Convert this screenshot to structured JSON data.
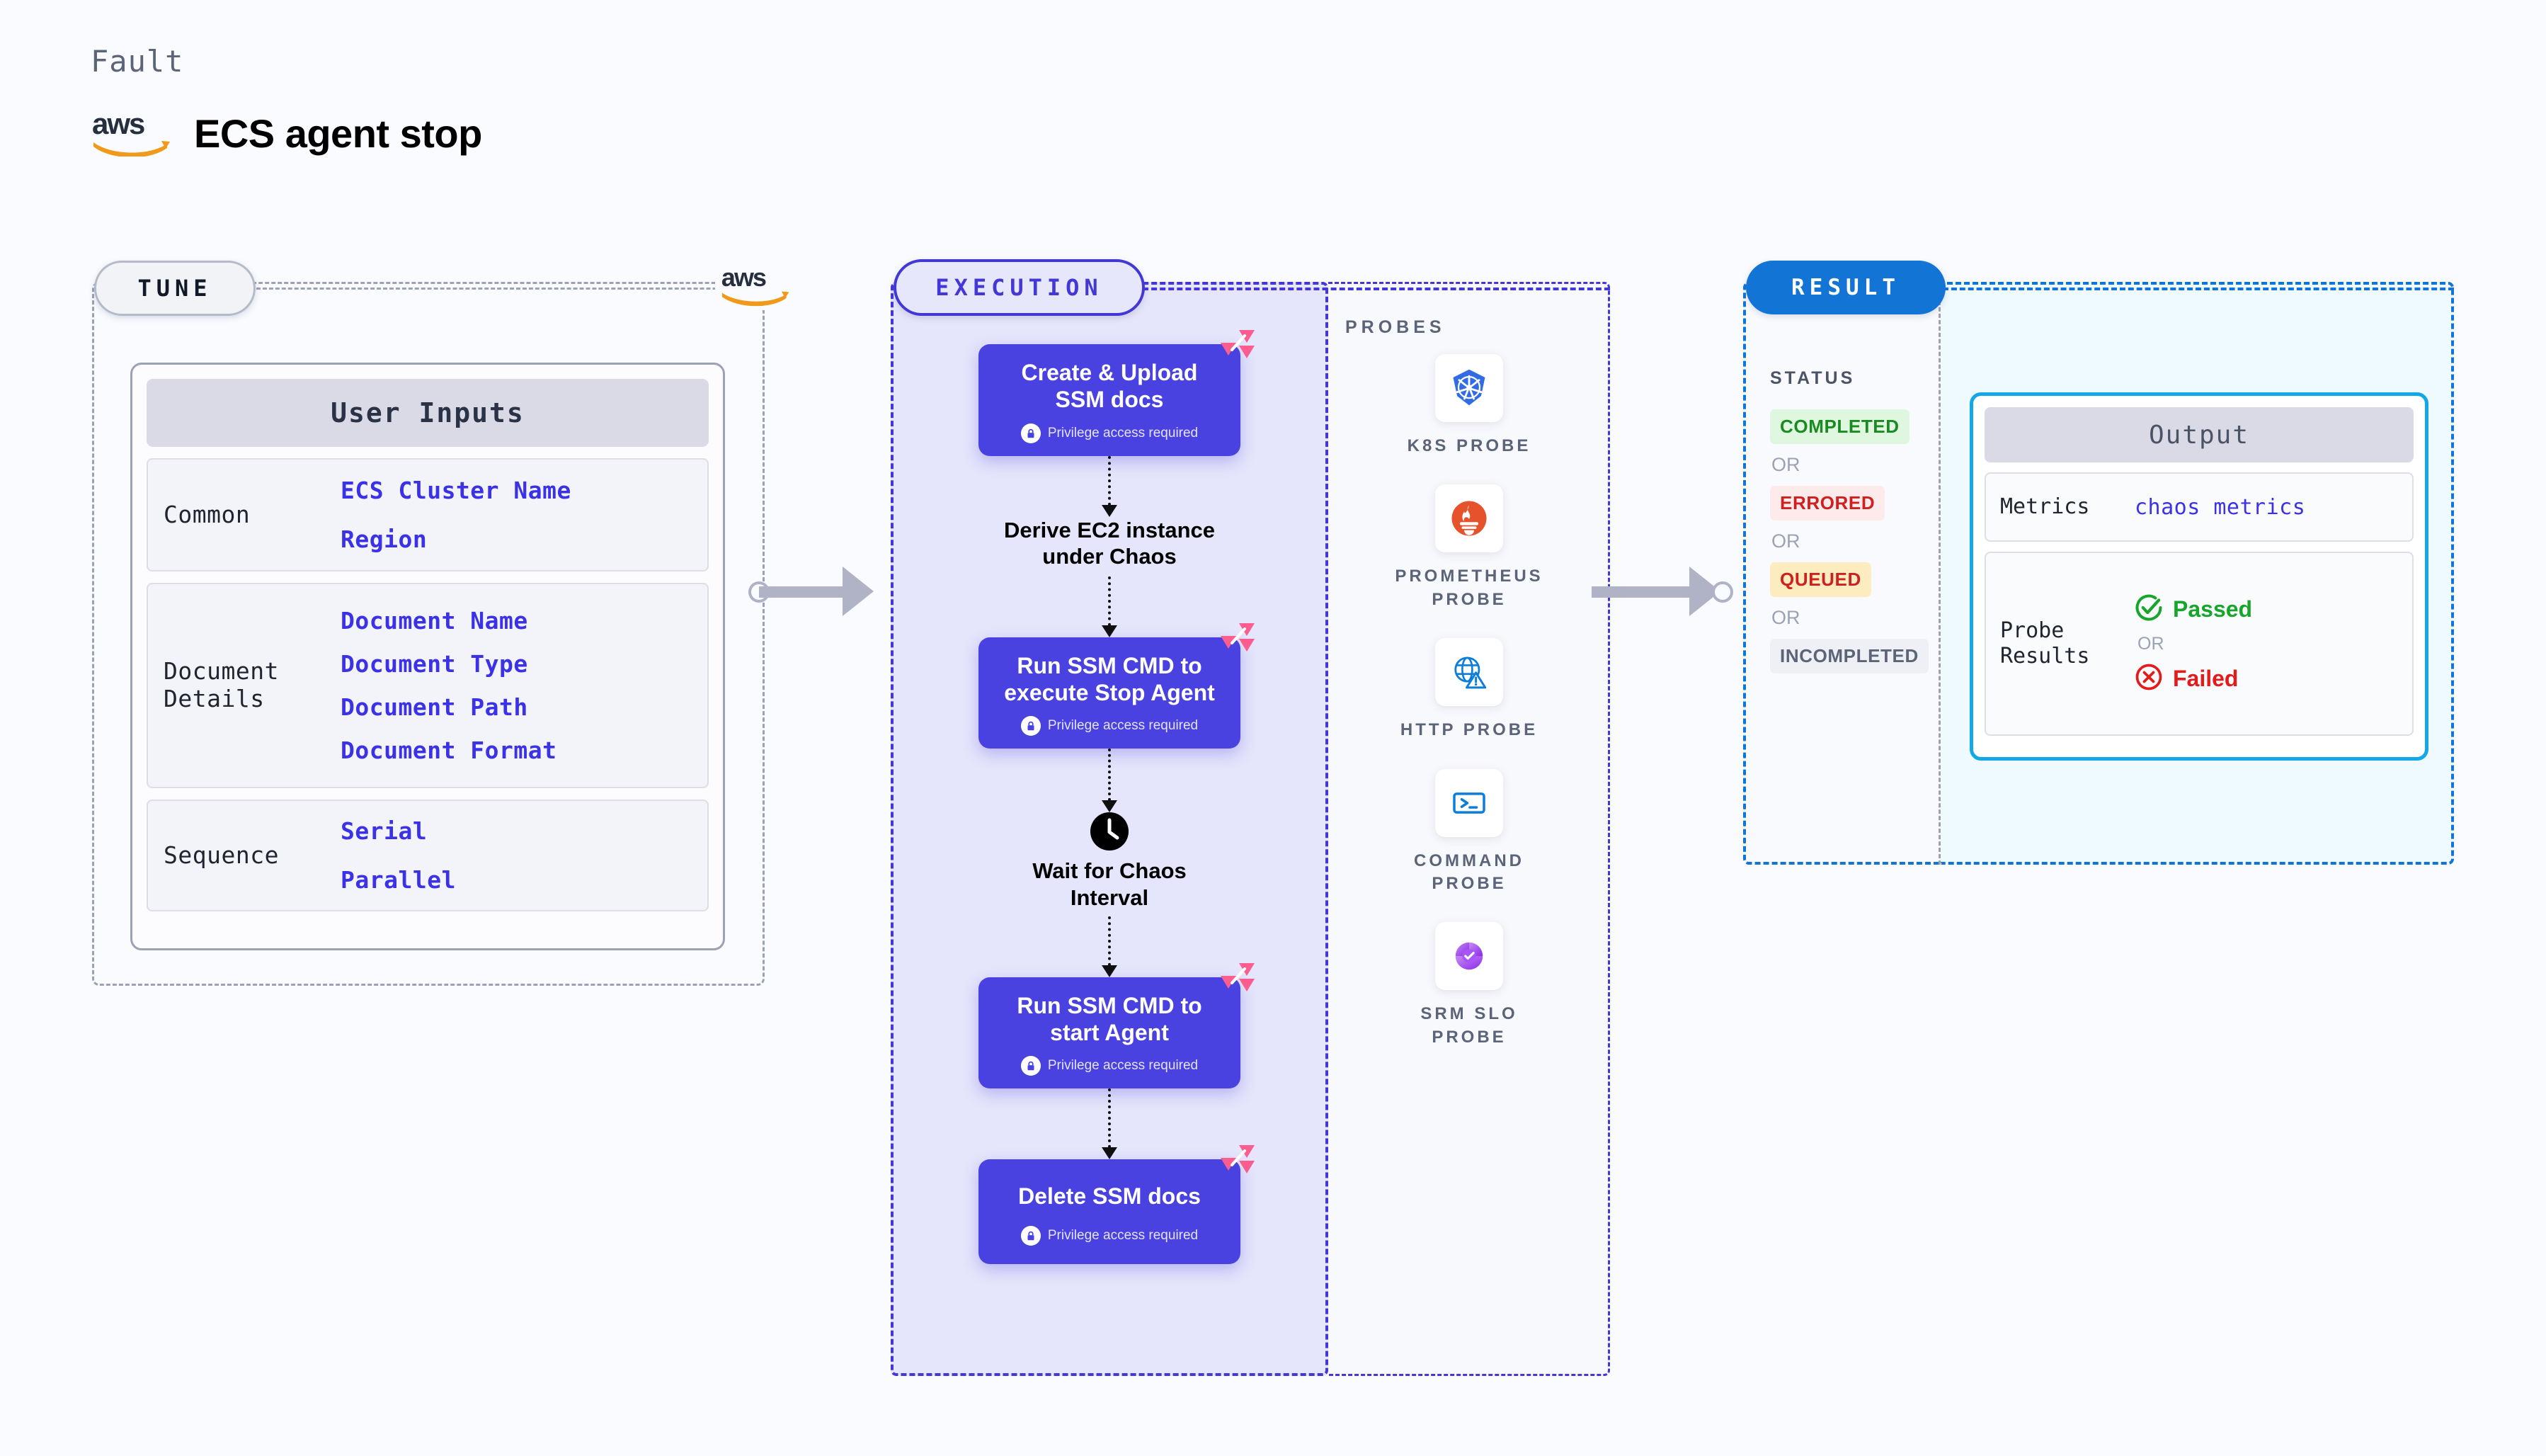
{
  "header": {
    "kind_label": "Fault",
    "title": "ECS agent stop",
    "brand_icon": "aws-logo"
  },
  "tune": {
    "tag": "TUNE",
    "brand_icon": "aws-logo",
    "card_title": "User Inputs",
    "groups": [
      {
        "label": "Common",
        "values": [
          "ECS Cluster Name",
          "Region"
        ]
      },
      {
        "label": "Document\nDetails",
        "values": [
          "Document Name",
          "Document Type",
          "Document Path",
          "Document Format"
        ]
      },
      {
        "label": "Sequence",
        "values": [
          "Serial",
          "Parallel"
        ]
      }
    ]
  },
  "execution": {
    "tag": "EXECUTION",
    "privilege_note": "Privilege access required",
    "steps": [
      {
        "type": "node",
        "title": "Create & Upload\nSSM docs",
        "privileged": true,
        "badge": "litmus-chaos-icon"
      },
      {
        "type": "plain",
        "title": "Derive EC2 instance\nunder Chaos",
        "privileged": false,
        "badge": ""
      },
      {
        "type": "node",
        "title": "Run SSM CMD to\nexecute Stop Agent",
        "privileged": true,
        "badge": "litmus-chaos-icon"
      },
      {
        "type": "wait",
        "title": "Wait for Chaos\nInterval",
        "privileged": false,
        "badge": "clock-icon"
      },
      {
        "type": "node",
        "title": "Run SSM CMD to\nstart Agent",
        "privileged": true,
        "badge": "litmus-chaos-icon"
      },
      {
        "type": "node",
        "title": "Delete SSM docs",
        "privileged": true,
        "badge": "litmus-chaos-icon"
      }
    ]
  },
  "probes": {
    "label": "PROBES",
    "items": [
      {
        "name": "K8S  PROBE",
        "icon": "kubernetes-icon"
      },
      {
        "name": "PROMETHEUS\nPROBE",
        "icon": "prometheus-icon"
      },
      {
        "name": "HTTP  PROBE",
        "icon": "http-globe-warning-icon"
      },
      {
        "name": "COMMAND\nPROBE",
        "icon": "terminal-icon"
      },
      {
        "name": "SRM  SLO\nPROBE",
        "icon": "srm-slo-icon"
      }
    ]
  },
  "result": {
    "tag": "RESULT",
    "status_label": "STATUS",
    "or_label": "OR",
    "statuses": [
      {
        "text": "COMPLETED",
        "color": "#1b8a23",
        "bg": "#def7de"
      },
      {
        "text": "ERRORED",
        "color": "#cf2020",
        "bg": "#fdeaea"
      },
      {
        "text": "QUEUED",
        "color": "#cf2020",
        "bg": "#fdecc0"
      },
      {
        "text": "INCOMPLETED",
        "color": "#5b6478",
        "bg": "#eef0f5"
      }
    ],
    "output": {
      "title": "Output",
      "rows": [
        {
          "label": "Metrics",
          "value": "chaos metrics"
        },
        {
          "label": "Probe\nResults",
          "passed": "Passed",
          "failed": "Failed",
          "or_label": "OR"
        }
      ]
    }
  },
  "colors": {
    "canvas_bg": "#fafbff",
    "node_purple": "#4a42e0",
    "exec_panel_bg": "#e5e5fb",
    "exec_accent": "#4338d6",
    "result_accent": "#1274d4",
    "output_accent": "#12a8e8",
    "value_blue": "#3b32e8",
    "aws_orange": "#f0991a",
    "litmus_pink": "#fa5d8e"
  }
}
